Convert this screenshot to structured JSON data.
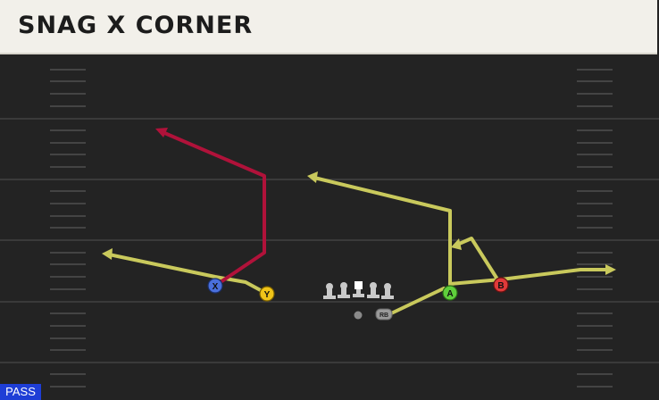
{
  "title": "SNAG X CORNER",
  "play_type": "PASS",
  "colors": {
    "field": "#232323",
    "route_default": "#c9c95c",
    "route_highlight": "#b0123a",
    "yard_line": "#3a3a3a",
    "hash": "#444444"
  },
  "players": {
    "X": {
      "label": "X",
      "color": "#4a6fdc"
    },
    "Y": {
      "label": "Y",
      "color": "#f0c419"
    },
    "A": {
      "label": "A",
      "color": "#5fcf3c"
    },
    "B": {
      "label": "B",
      "color": "#e03a3a"
    },
    "RB": {
      "label": "RB",
      "color": "#9a9a9a"
    }
  }
}
